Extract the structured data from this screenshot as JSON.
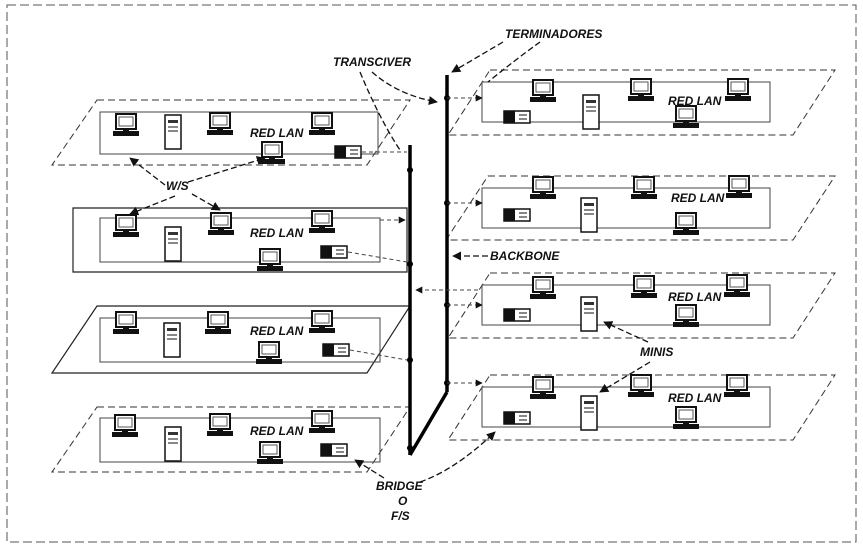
{
  "labels": {
    "terminators": "TERMINADORES",
    "transceiver": "TRANSCIVER",
    "ws": "W/S",
    "backbone": "BACKBONE",
    "minis": "MINIS",
    "bridge_line1": "BRIDGE",
    "bridge_line2": "O",
    "bridge_line3": "F/S"
  },
  "left_lans": [
    {
      "label": "RED LAN"
    },
    {
      "label": "RED LAN"
    },
    {
      "label": "RED LAN"
    },
    {
      "label": "RED LAN"
    }
  ],
  "right_lans": [
    {
      "label": "RED LAN"
    },
    {
      "label": "RED LAN"
    },
    {
      "label": "RED LAN"
    },
    {
      "label": "RED LAN"
    }
  ]
}
